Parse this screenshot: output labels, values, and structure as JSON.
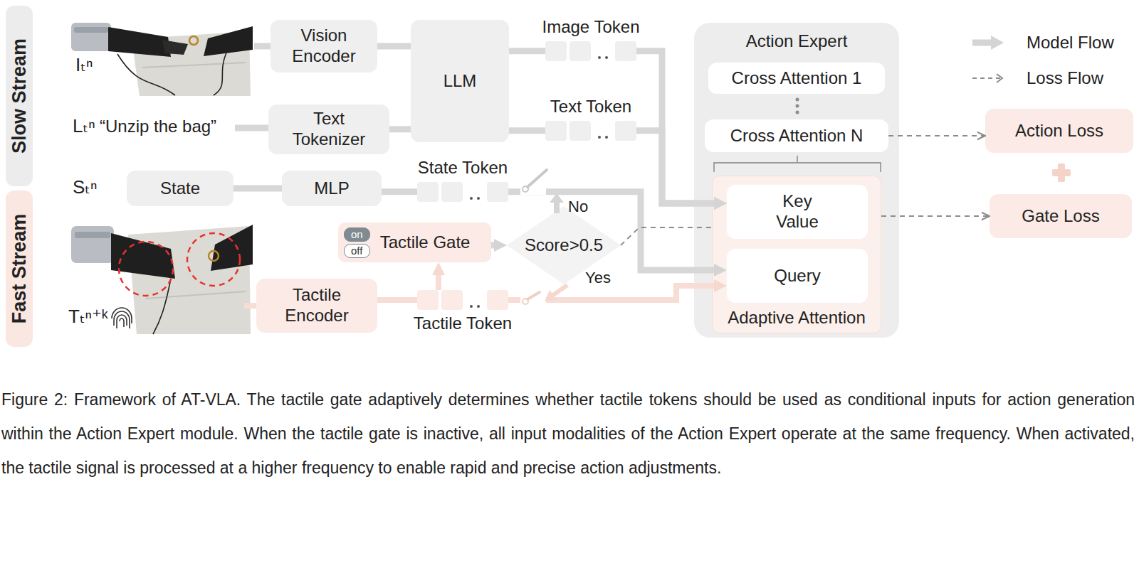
{
  "diagram": {
    "caption": "Figure 2: Framework of AT-VLA. The tactile gate adaptively determines whether tactile tokens should be used as conditional inputs for action generation within the Action Expert module. When the tactile gate is inactive, all input modalities of the Action Expert operate at the same frequency. When activated, the tactile signal is processed at a higher frequency to enable rapid and precise action adjustments.",
    "nodes": [
      {
        "text": [
          "Slow Stream"
        ]
      },
      {
        "text": [
          "Fast Stream"
        ]
      },
      {
        "text": [
          "Vision Encoder"
        ]
      },
      {
        "text": [
          "Text Tokenizer"
        ]
      },
      {
        "text": [
          "LLM"
        ]
      },
      {
        "text": [
          "Image Token"
        ]
      },
      {
        "text": [
          "Text Token"
        ]
      },
      {
        "text": [
          "State"
        ]
      },
      {
        "text": [
          "MLP"
        ]
      },
      {
        "text": [
          "State Token"
        ]
      },
      {
        "text": [
          "on",
          "off",
          "Tactile Gate"
        ]
      },
      {
        "text": [
          "Score>0.5"
        ]
      },
      {
        "text": [
          "Tactile Encoder"
        ]
      },
      {
        "text": [
          "Tactile Token"
        ]
      },
      {
        "text": [
          "Action Expert"
        ]
      },
      {
        "text": [
          "Cross Attention 1"
        ],
        "in": 14
      },
      {
        "text": [
          "Cross Attention N"
        ],
        "in": 14
      },
      {
        "text": [
          "Adaptive Attention"
        ],
        "in": 14
      },
      {
        "text": [
          "Key Value"
        ],
        "in": 17
      },
      {
        "text": [
          "Query"
        ],
        "in": 17
      },
      {
        "text": [
          "Action Loss"
        ]
      },
      {
        "text": [
          "Gate Loss"
        ]
      }
    ],
    "edges": [
      {
        "from": 2,
        "to": 4,
        "arrow": "none"
      },
      {
        "from": 3,
        "to": 4,
        "arrow": "none"
      },
      {
        "from": 4,
        "to": 5,
        "arrow": "none"
      },
      {
        "from": 4,
        "to": 6,
        "arrow": "none"
      },
      {
        "from": 5,
        "to": 18,
        "arrow": "to"
      },
      {
        "from": 6,
        "to": 18,
        "arrow": "to"
      },
      {
        "from": 7,
        "to": 8,
        "arrow": "none"
      },
      {
        "from": 8,
        "to": 9,
        "arrow": "none"
      },
      {
        "from": 9,
        "to": 19,
        "arrow": "to"
      },
      {
        "from": 12,
        "to": 13,
        "arrow": "none"
      },
      {
        "from": 13,
        "to": 10,
        "arrow": "to"
      },
      {
        "from": 10,
        "to": 11,
        "arrow": "to"
      },
      {
        "from": 13,
        "to": 19,
        "arrow": "to"
      },
      {
        "from": 16,
        "to": 20,
        "arrow": "to"
      },
      {
        "from": 11,
        "to": 17,
        "arrow": "none"
      },
      {
        "from": 17,
        "to": 21,
        "arrow": "to"
      }
    ],
    "labels": [
      "Iₜⁿ",
      "Lₜⁿ",
      "“Unzip the bag”",
      "Sₜⁿ",
      "Tₜⁿ⁺ᵏ",
      "No",
      "Yes"
    ],
    "legend": [
      {
        "text": "Model Flow"
      },
      {
        "text": "Loss Flow"
      }
    ]
  }
}
